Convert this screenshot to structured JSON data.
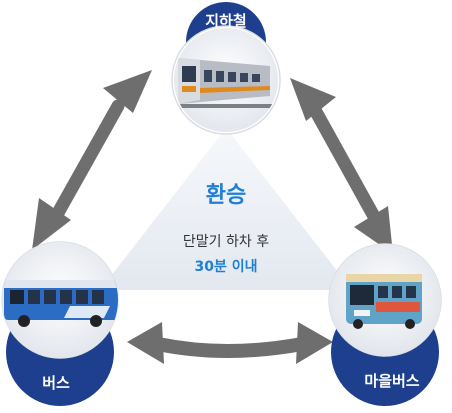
{
  "center": {
    "title": "환승",
    "line1": "단말기 하차 후",
    "line2": "30분 이내"
  },
  "nodes": {
    "subway": {
      "label": "지하철"
    },
    "bus": {
      "label": "버스"
    },
    "village_bus": {
      "label": "마을버스"
    }
  },
  "colors": {
    "badge": "#1d3f8d",
    "arrow": "#6e6e6e",
    "center_accent": "#1f7fd6",
    "triangle": "#eef1f6"
  },
  "arrows": {
    "count": 3,
    "style": "double-headed"
  }
}
